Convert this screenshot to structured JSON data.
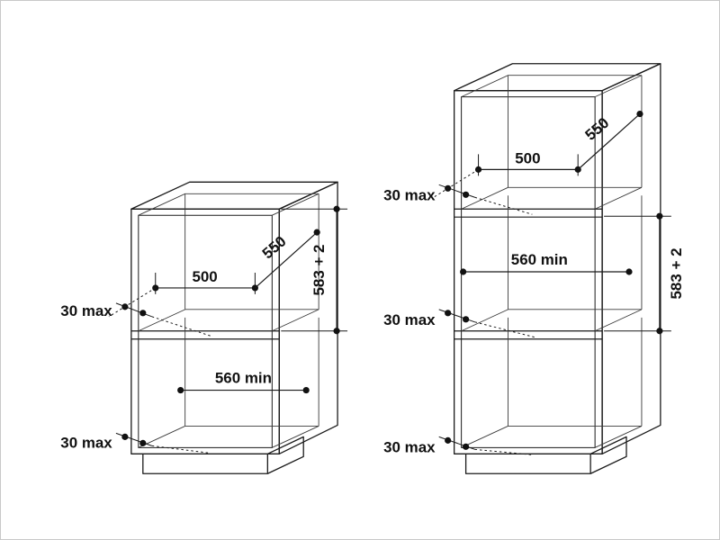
{
  "colors": {
    "line": "#1a1a1a",
    "background": "#ffffff"
  },
  "left_cabinet": {
    "width_top": "500",
    "depth": "550",
    "niche_height": "583 + 2",
    "niche_width": "560 min",
    "gap_top": "30 max",
    "gap_bottom": "30 max"
  },
  "right_cabinet": {
    "width_top": "500",
    "depth": "550",
    "niche_height": "583 + 2",
    "niche_width": "560 min",
    "gap_top": "30 max",
    "gap_middle": "30 max",
    "gap_bottom": "30 max"
  }
}
